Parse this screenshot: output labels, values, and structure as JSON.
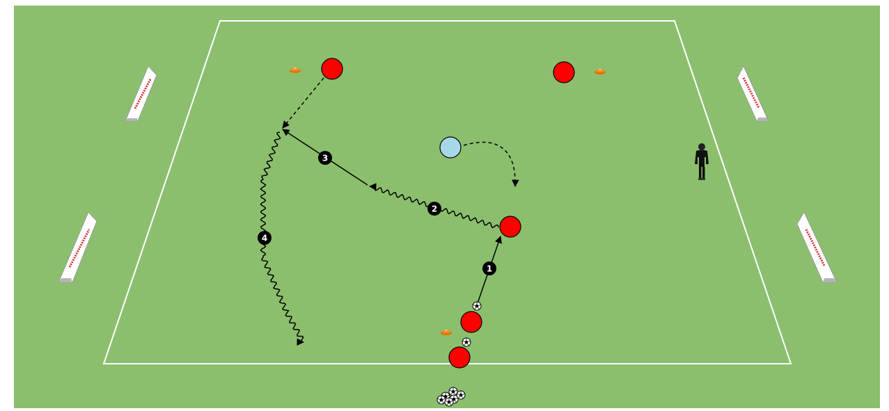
{
  "colors": {
    "pitch": "#8bbf6d",
    "field_lines": "#ffffff",
    "attacker": "#ff0000",
    "defender": "#a8d8e8",
    "cone": "#ff8a1e",
    "goalkeeper": "#111111",
    "arrows": "#000000",
    "step_marker": "#000000",
    "step_marker_text": "#ffffff",
    "goal_text": "#d32f2f"
  },
  "icons": {
    "attacker": "red-player-circle",
    "defender": "light-blue-player-circle",
    "cone": "orange-cone",
    "ball": "soccer-ball",
    "goalkeeper": "goalkeeper-figure",
    "goal": "pop-up-goal"
  },
  "sequence": [
    {
      "label": "1",
      "action": "pass"
    },
    {
      "label": "2",
      "action": "dribble"
    },
    {
      "label": "3",
      "action": "pass"
    },
    {
      "label": "4",
      "action": "dribble"
    }
  ],
  "counts": {
    "attackers": 5,
    "defenders": 1,
    "goalkeepers": 1,
    "cones": 3,
    "goals": 4,
    "balls_in_play": 2,
    "balls_in_pile": 6
  }
}
